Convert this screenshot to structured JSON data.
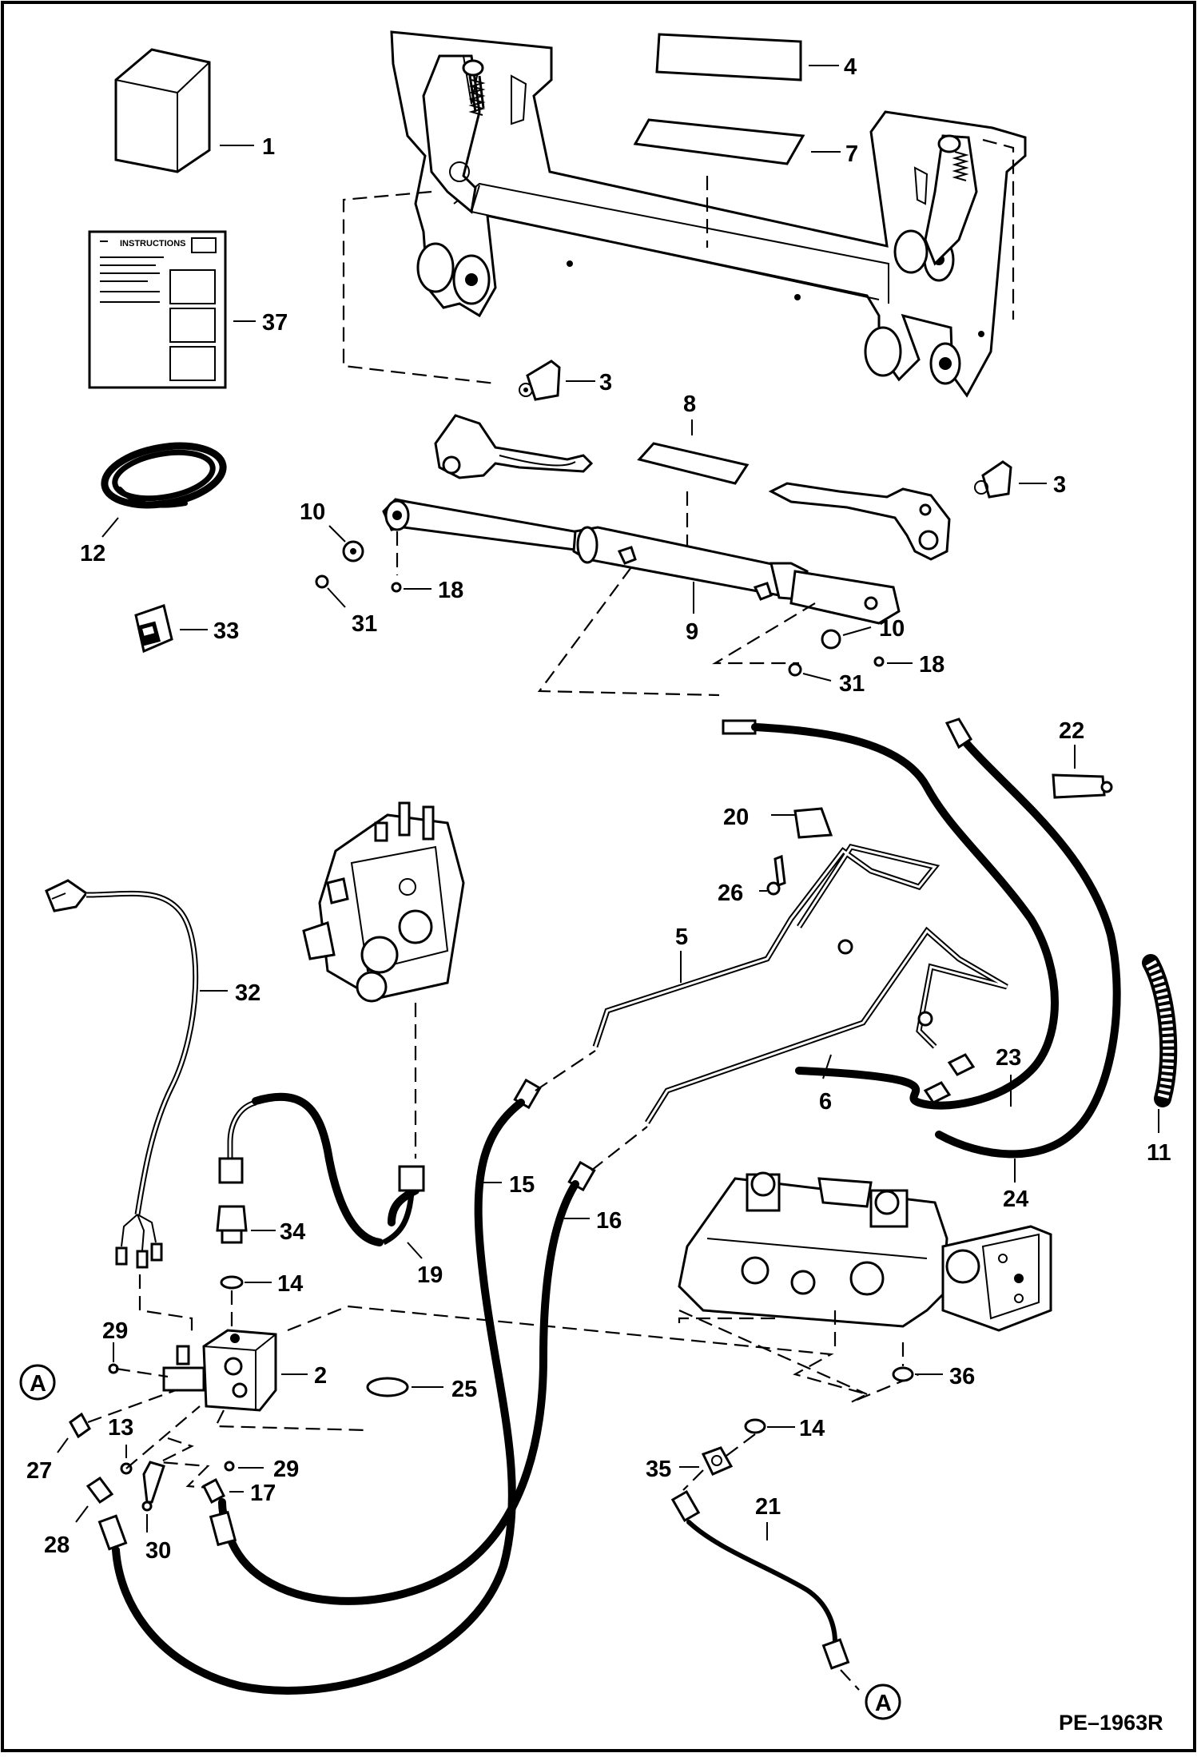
{
  "drawing_code": "PE–1963R",
  "instruction_sheet_header": "INSTRUCTIONS",
  "connection_marker": "A",
  "callouts": {
    "c1": "1",
    "c2": "2",
    "c3a": "3",
    "c3b": "3",
    "c4": "4",
    "c5": "5",
    "c6": "6",
    "c7": "7",
    "c8": "8",
    "c9": "9",
    "c10a": "10",
    "c10b": "10",
    "c11": "11",
    "c12": "12",
    "c13": "13",
    "c14a": "14",
    "c14b": "14",
    "c15": "15",
    "c16": "16",
    "c17": "17",
    "c18a": "18",
    "c18b": "18",
    "c19": "19",
    "c20": "20",
    "c21": "21",
    "c22": "22",
    "c23": "23",
    "c24": "24",
    "c25": "25",
    "c26": "26",
    "c27": "27",
    "c28": "28",
    "c29a": "29",
    "c29b": "29",
    "c30": "30",
    "c31a": "31",
    "c31b": "31",
    "c32": "32",
    "c33": "33",
    "c34": "34",
    "c35": "35",
    "c36": "36",
    "c37": "37"
  }
}
